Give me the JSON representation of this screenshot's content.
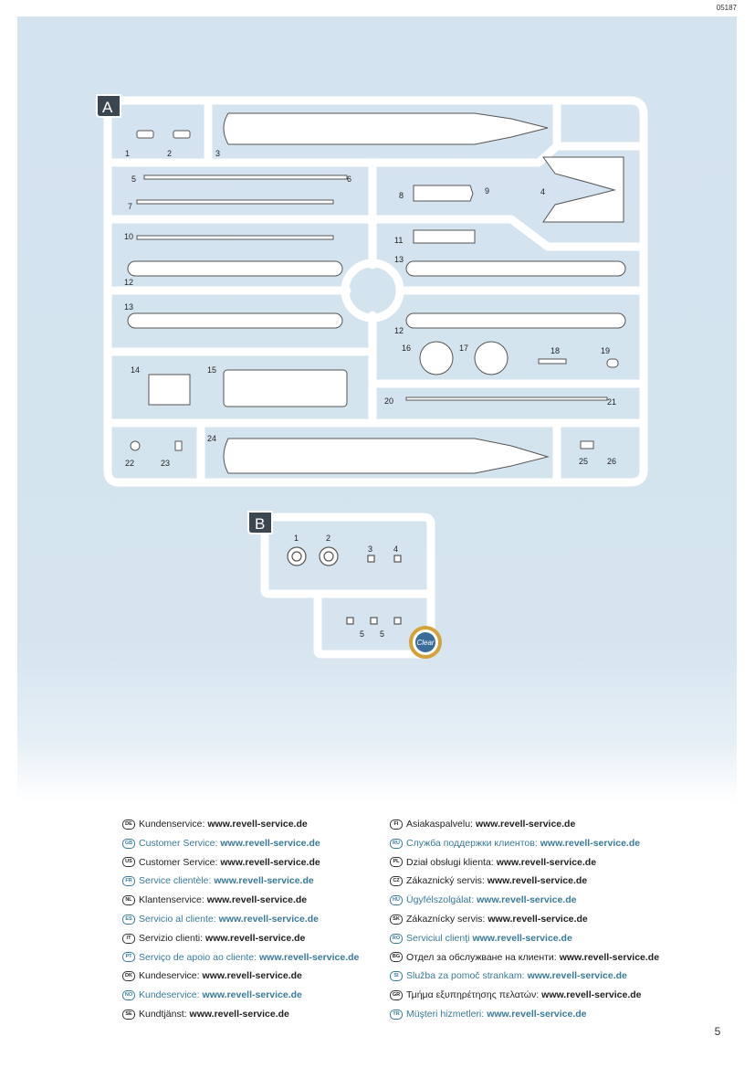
{
  "document": {
    "code": "05187",
    "page_number": "5"
  },
  "sprue_a": {
    "letter": "A",
    "part_numbers": [
      "1",
      "2",
      "3",
      "4",
      "5",
      "6",
      "7",
      "8",
      "9",
      "10",
      "11",
      "12",
      "13",
      "13",
      "12",
      "14",
      "15",
      "16",
      "17",
      "18",
      "19",
      "20",
      "21",
      "22",
      "23",
      "24",
      "25",
      "26"
    ]
  },
  "sprue_b": {
    "letter": "B",
    "part_numbers": [
      "1",
      "2",
      "3",
      "4",
      "5",
      "5"
    ],
    "material_badge": "Clear"
  },
  "service": {
    "left": [
      {
        "country": "DE",
        "label": "Kundenservice:",
        "url": "www.revell-service.de",
        "alt": false
      },
      {
        "country": "GB",
        "label": "Customer Service:",
        "url": "www.revell-service.de",
        "alt": true
      },
      {
        "country": "US",
        "label": "Customer Service:",
        "url": "www.revell-service.de",
        "alt": false
      },
      {
        "country": "FR",
        "label": "Service clientèle:",
        "url": "www.revell-service.de",
        "alt": true
      },
      {
        "country": "NL",
        "label": "Klantenservice:",
        "url": "www.revell-service.de",
        "alt": false
      },
      {
        "country": "ES",
        "label": "Servicio al cliente:",
        "url": "www.revell-service.de",
        "alt": true
      },
      {
        "country": "IT",
        "label": "Servizio clienti:",
        "url": "www.revell-service.de",
        "alt": false
      },
      {
        "country": "PT",
        "label": "Serviço de apoio ao cliente:",
        "url": "www.revell-service.de",
        "alt": true
      },
      {
        "country": "DK",
        "label": "Kundeservice:",
        "url": "www.revell-service.de",
        "alt": false
      },
      {
        "country": "NO",
        "label": "Kundeservice:",
        "url": "www.revell-service.de",
        "alt": true
      },
      {
        "country": "SE",
        "label": "Kundtjänst:",
        "url": "www.revell-service.de",
        "alt": false
      }
    ],
    "right": [
      {
        "country": "FI",
        "label": "Asiakaspalvelu:",
        "url": "www.revell-service.de",
        "alt": false
      },
      {
        "country": "RU",
        "label": "Служба поддержки клиентов:",
        "url": "www.revell-service.de",
        "alt": true
      },
      {
        "country": "PL",
        "label": "Dział obsługi klienta:",
        "url": "www.revell-service.de",
        "alt": false
      },
      {
        "country": "CZ",
        "label": "Zákaznický servis:",
        "url": "www.revell-service.de",
        "alt": false
      },
      {
        "country": "HU",
        "label": "Ügyfélszolgálat:",
        "url": "www.revell-service.de",
        "alt": true
      },
      {
        "country": "SK",
        "label": "Zákaznícky servis:",
        "url": "www.revell-service.de",
        "alt": false
      },
      {
        "country": "RO",
        "label": "Serviciul clienţi",
        "url": "www.revell-service.de",
        "alt": true
      },
      {
        "country": "BG",
        "label": "Отдел за обслужване на клиенти:",
        "url": "www.revell-service.de",
        "alt": false
      },
      {
        "country": "SI",
        "label": "Služba za pomoč strankam:",
        "url": "www.revell-service.de",
        "alt": true
      },
      {
        "country": "GR",
        "label": "Τμήμα εξυπηρέτησης πελατών:",
        "url": "www.revell-service.de",
        "alt": false
      },
      {
        "country": "TR",
        "label": "Müşteri hizmetleri:",
        "url": "www.revell-service.de",
        "alt": true
      }
    ]
  },
  "colors": {
    "panel": "#d3e3ef",
    "frame": "#ffffff",
    "outline": "#555555",
    "accent_text": "#3a7a9a",
    "badge_gold": "#d4a23a"
  }
}
